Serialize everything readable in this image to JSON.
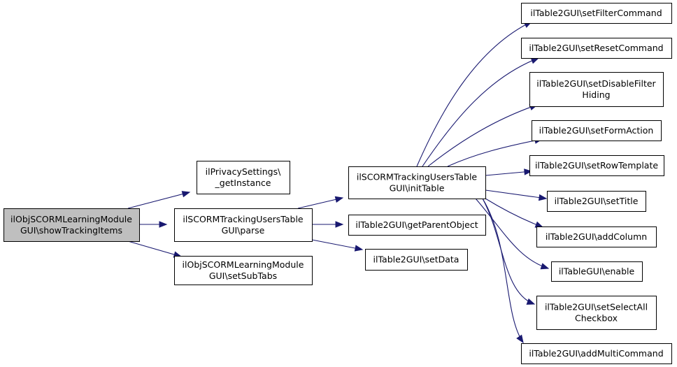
{
  "colors": {
    "edge": "#191970",
    "root_fill": "#bfbfbf",
    "node_fill": "#ffffff",
    "border": "#000000"
  },
  "nodes": [
    {
      "id": "root",
      "lines": [
        "ilObjSCORMLearningModule",
        "GUI\\showTrackingItems"
      ],
      "root": true
    },
    {
      "id": "privacy",
      "lines": [
        "ilPrivacySettings\\",
        "_getInstance"
      ]
    },
    {
      "id": "parse",
      "lines": [
        "ilSCORMTrackingUsersTable",
        "GUI\\parse"
      ]
    },
    {
      "id": "subtabs",
      "lines": [
        "ilObjSCORMLearningModule",
        "GUI\\setSubTabs"
      ]
    },
    {
      "id": "inittable",
      "lines": [
        "ilSCORMTrackingUsersTable",
        "GUI\\initTable"
      ]
    },
    {
      "id": "getparent",
      "lines": [
        "ilTable2GUI\\getParentObject"
      ]
    },
    {
      "id": "setdata",
      "lines": [
        "ilTable2GUI\\setData"
      ]
    },
    {
      "id": "filter",
      "lines": [
        "ilTable2GUI\\setFilterCommand"
      ]
    },
    {
      "id": "reset",
      "lines": [
        "ilTable2GUI\\setResetCommand"
      ]
    },
    {
      "id": "disablefilter",
      "lines": [
        "ilTable2GUI\\setDisableFilter",
        "Hiding"
      ]
    },
    {
      "id": "formaction",
      "lines": [
        "ilTable2GUI\\setFormAction"
      ]
    },
    {
      "id": "rowtemplate",
      "lines": [
        "ilTable2GUI\\setRowTemplate"
      ]
    },
    {
      "id": "title",
      "lines": [
        "ilTable2GUI\\setTitle"
      ]
    },
    {
      "id": "addcolumn",
      "lines": [
        "ilTable2GUI\\addColumn"
      ]
    },
    {
      "id": "enable",
      "lines": [
        "ilTableGUI\\enable"
      ]
    },
    {
      "id": "selectall",
      "lines": [
        "ilTable2GUI\\setSelectAll",
        "Checkbox"
      ]
    },
    {
      "id": "multicommand",
      "lines": [
        "ilTable2GUI\\addMultiCommand"
      ]
    }
  ],
  "edges": [
    {
      "from": "root",
      "to": "privacy"
    },
    {
      "from": "root",
      "to": "parse"
    },
    {
      "from": "root",
      "to": "subtabs"
    },
    {
      "from": "parse",
      "to": "inittable"
    },
    {
      "from": "parse",
      "to": "getparent"
    },
    {
      "from": "parse",
      "to": "setdata"
    },
    {
      "from": "inittable",
      "to": "filter"
    },
    {
      "from": "inittable",
      "to": "reset"
    },
    {
      "from": "inittable",
      "to": "disablefilter"
    },
    {
      "from": "inittable",
      "to": "formaction"
    },
    {
      "from": "inittable",
      "to": "rowtemplate"
    },
    {
      "from": "inittable",
      "to": "title"
    },
    {
      "from": "inittable",
      "to": "addcolumn"
    },
    {
      "from": "inittable",
      "to": "enable"
    },
    {
      "from": "inittable",
      "to": "selectall"
    },
    {
      "from": "inittable",
      "to": "multicommand"
    }
  ]
}
